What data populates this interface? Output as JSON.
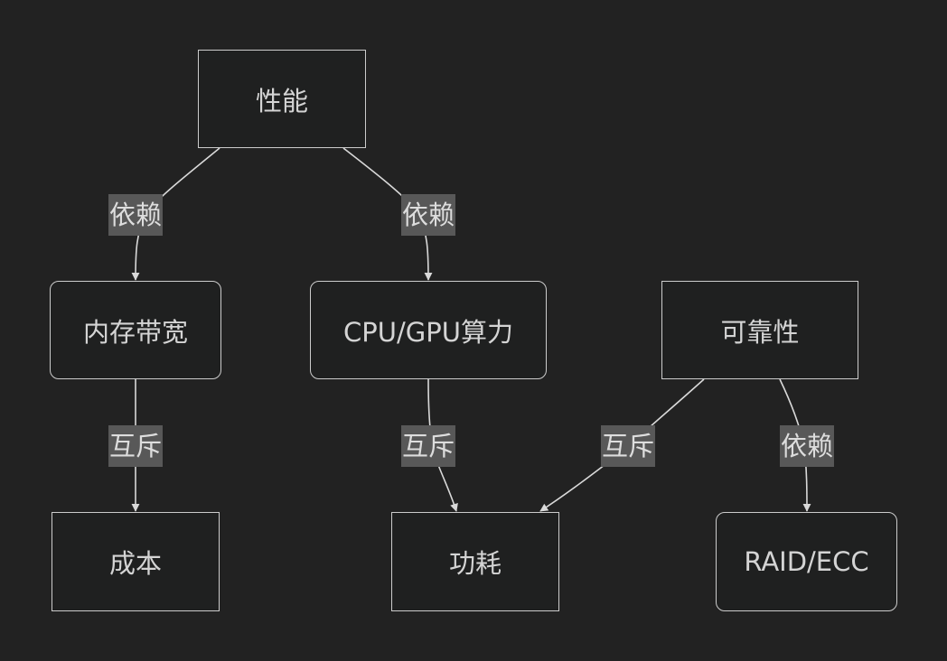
{
  "nodes": {
    "performance": "性能",
    "memory_bandwidth": "内存带宽",
    "compute": "CPU/GPU算力",
    "reliability": "可靠性",
    "cost": "成本",
    "power": "功耗",
    "raid_ecc": "RAID/ECC"
  },
  "edges": [
    {
      "from": "performance",
      "to": "memory_bandwidth",
      "label": "依赖"
    },
    {
      "from": "performance",
      "to": "compute",
      "label": "依赖"
    },
    {
      "from": "memory_bandwidth",
      "to": "cost",
      "label": "互斥"
    },
    {
      "from": "compute",
      "to": "power",
      "label": "互斥"
    },
    {
      "from": "reliability",
      "to": "power",
      "label": "互斥"
    },
    {
      "from": "reliability",
      "to": "raid_ecc",
      "label": "依赖"
    }
  ]
}
